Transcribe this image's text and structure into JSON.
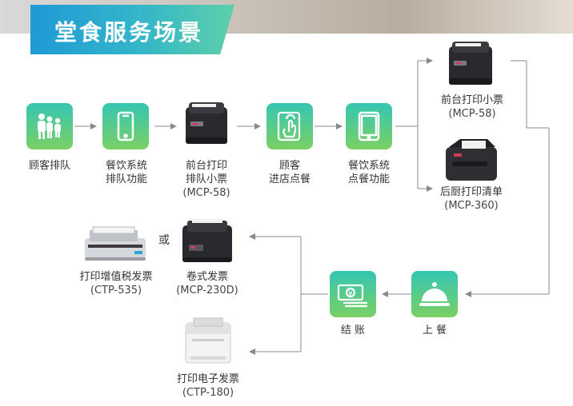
{
  "banner": {
    "title": "堂食服务场景"
  },
  "flow": {
    "queue": {
      "label": "顾客排队",
      "icon": "people-icon"
    },
    "catering_queue": {
      "line1": "餐饮系统",
      "line2": "排队功能",
      "icon": "smartphone-icon"
    },
    "front_print_queue": {
      "line1": "前台打印",
      "line2": "排队小票",
      "model": "(MCP-58)",
      "icon": "receipt-printer-icon"
    },
    "customer_order": {
      "line1": "顾客",
      "line2": "进店点餐",
      "icon": "touch-screen-icon"
    },
    "catering_order": {
      "line1": "餐饮系统",
      "line2": "点餐功能",
      "icon": "tablet-icon"
    },
    "front_receipt": {
      "line1": "前台打印小票",
      "model": "(MCP-58)",
      "icon": "receipt-printer-icon"
    },
    "kitchen_list": {
      "line1": "后厨打印清单",
      "model": "(MCP-360)",
      "icon": "kitchen-printer-icon"
    },
    "serve": {
      "label": "上 餐",
      "icon": "food-cloche-icon"
    },
    "checkout": {
      "label": "结 账",
      "icon": "cash-icon"
    },
    "roll_invoice": {
      "line1": "卷式发票",
      "model": "(MCP-230D)",
      "icon": "invoice-printer-icon"
    },
    "vat_invoice": {
      "line1": "打印增值税发票",
      "model": "(CTP-535)",
      "icon": "dot-matrix-printer-icon"
    },
    "e_invoice": {
      "line1": "打印电子发票",
      "model": "(CTP-180)",
      "icon": "label-printer-icon"
    },
    "or_label": "或"
  },
  "colors": {
    "tile_top": "#35c6b3",
    "tile_bottom": "#7ad064",
    "banner_start": "#1e9ad6",
    "banner_end": "#5dd0a8",
    "line": "#8a8a8a"
  }
}
